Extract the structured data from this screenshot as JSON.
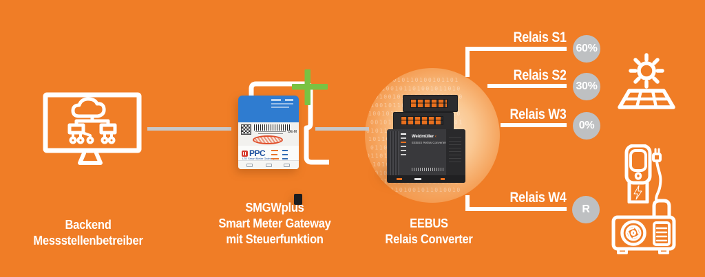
{
  "colors": {
    "background": "#F07D26",
    "accent_green": "#79C243",
    "connector_gray": "#C7C8C9",
    "badge_gray": "#BEC0C2",
    "text_white": "#FFFFFF"
  },
  "backend": {
    "caption_line1": "Backend",
    "caption_line2": "Messstellenbetreiber",
    "icon": "monitor-cloud-network-icon"
  },
  "gateway": {
    "caption_line1": "SMGWplus",
    "caption_line2": "Smart Meter Gateway",
    "caption_line3": "mit Steuerfunktion",
    "device": {
      "brand": "PPC",
      "subtitle": "LTE Smart Meter Gateway",
      "marking": "DE-M"
    },
    "plus_symbol": "+"
  },
  "converter": {
    "caption_line1": "EEBUS",
    "caption_line2": "Relais Converter",
    "device": {
      "brand": "Weidmüller",
      "brand_chevron": "‹",
      "front_line1": "EEBUS Relais Converter"
    }
  },
  "relays": [
    {
      "label": "Relais S1",
      "value": "60%"
    },
    {
      "label": "Relais S2",
      "value": "30%"
    },
    {
      "label": "Relais W3",
      "value": "0%"
    },
    {
      "label": "Relais W4",
      "value": "R"
    }
  ],
  "icons": {
    "top_right": "solar-panel-sun",
    "middle_right": "ev-charging-station",
    "bottom_right": "heat-pump"
  },
  "pattern_digits": "011010010110100101101001011010"
}
